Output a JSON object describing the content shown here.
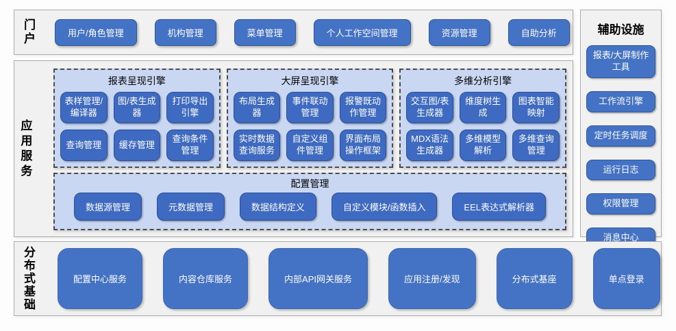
{
  "sections": {
    "portal": {
      "label": "门户",
      "buttons": [
        "用户/角色管理",
        "机构管理",
        "菜单管理",
        "个人工作空间管理",
        "资源管理",
        "自助分析"
      ]
    },
    "app_services": {
      "label": "应用服务",
      "engines": [
        {
          "title": "报表呈现引擎",
          "buttons": [
            "表样管理/编译器",
            "图/表生成器",
            "打印导出引擎",
            "查询管理",
            "缓存管理",
            "查询条件管理"
          ]
        },
        {
          "title": "大屏呈现引擎",
          "buttons": [
            "布局生成器",
            "事件联动管理",
            "报警既动作管理",
            "实时数据查询服务",
            "自定义组件管理",
            "界面布局操作框架"
          ]
        },
        {
          "title": "多维分析引擎",
          "buttons": [
            "交互图/表生成器",
            "维度树生成",
            "图表智能映射",
            "MDX语法生成器",
            "多维模型解析",
            "多维查询管理"
          ]
        }
      ],
      "config": {
        "title": "配置管理",
        "buttons": [
          "数据源管理",
          "元数据管理",
          "数据结构定义",
          "自定义模块/函数插入",
          "EEL表达式解析器"
        ]
      }
    },
    "auxiliary": {
      "label": "辅助设施",
      "buttons": [
        "报表/大屏制作工具",
        "工作流引擎",
        "定时任务调度",
        "运行日志",
        "权限管理",
        "消息中心"
      ]
    },
    "foundation": {
      "label": "分布式基础",
      "buttons": [
        "配置中心服务",
        "内容仓库服务",
        "内部API网关服务",
        "应用注册/发现",
        "分布式基座",
        "单点登录"
      ]
    }
  },
  "colors": {
    "block_fill": "#4472c4",
    "block_border": "#2f5597",
    "inner_block_fill": "#3e6ac1",
    "inner_block_border": "#2b4f96",
    "engine_panel_fill": "#c9d7f2",
    "section_fill": "#f1f1f1",
    "section_border": "#ababab",
    "block_text": "#ffffff",
    "label_text": "#000000"
  }
}
